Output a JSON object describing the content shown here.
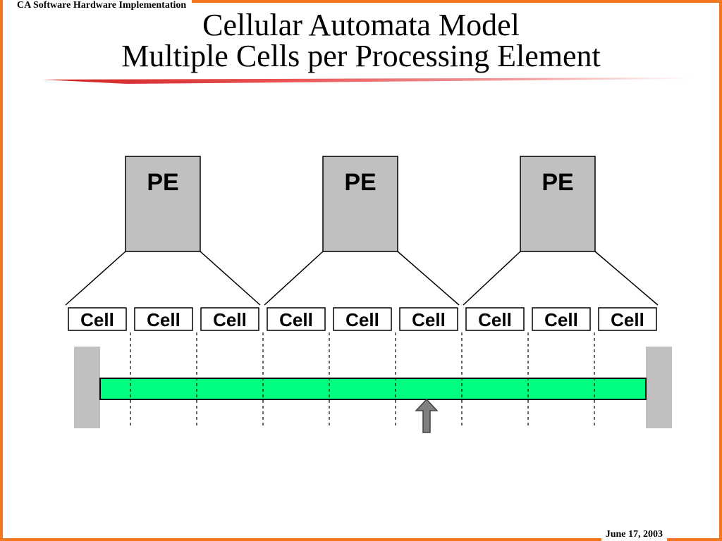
{
  "header": {
    "label": "CA Software Hardware Implementation"
  },
  "title": {
    "line1": "Cellular Automata Model",
    "line2": "Multiple Cells per Processing Element"
  },
  "footer": {
    "date": "June 17, 2003"
  },
  "diagram": {
    "pe_label": "PE",
    "pe_count": 3,
    "cell_label": "Cell",
    "cells_per_pe": 3,
    "colors": {
      "frame": "#f07820",
      "pe_fill": "#c0c0c0",
      "bar_fill": "#00ff80",
      "end_block": "#c0c0c0",
      "arrow": "#808080",
      "title_rule": "#e03030"
    }
  }
}
